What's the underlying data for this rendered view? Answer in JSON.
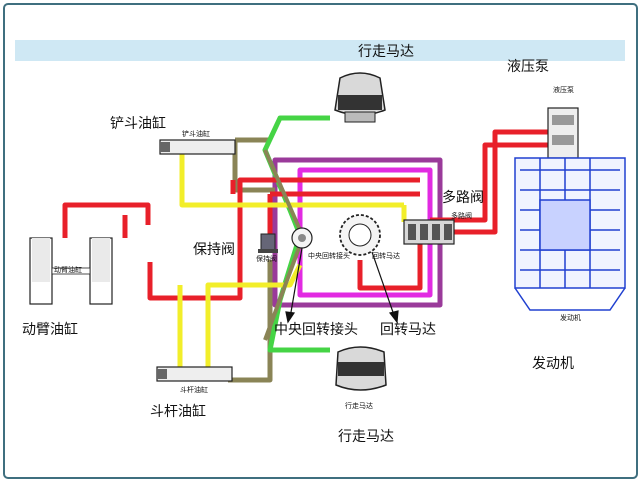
{
  "labels": {
    "travel_motor_top": "行走马达",
    "hydraulic_pump": "液压泵",
    "bucket_cylinder": "铲斗油缸",
    "multiway_valve": "多路阀",
    "holding_valve": "保持阀",
    "boom_cylinder": "动臂油缸",
    "central_swivel_joint": "中央回转接头",
    "swing_motor": "回转马达",
    "engine": "发动机",
    "arm_cylinder": "斗杆油缸",
    "travel_motor_bottom": "行走马达"
  },
  "small_labels": {
    "bucket_cylinder": "铲斗油缸",
    "boom_cylinder": "动臂油缸",
    "arm_cylinder": "斗杆油缸",
    "holding_valve": "保持阀",
    "central_swivel_joint": "中央回转接头",
    "swing_motor": "回转马达",
    "multiway_valve": "多路阀",
    "hydraulic_pump": "液压泵",
    "engine": "发动机",
    "travel_motor": "行走马达"
  },
  "colors": {
    "border": "#3f6f7f",
    "header_band": "#cfe8f4",
    "red_line": "#e8202a",
    "yellow_line": "#f2ee2a",
    "green_line": "#45d445",
    "olive_line": "#8a8456",
    "magenta_line": "#e22ae2",
    "purple_line": "#9a3a9a",
    "engine_blue": "#2040d0"
  }
}
